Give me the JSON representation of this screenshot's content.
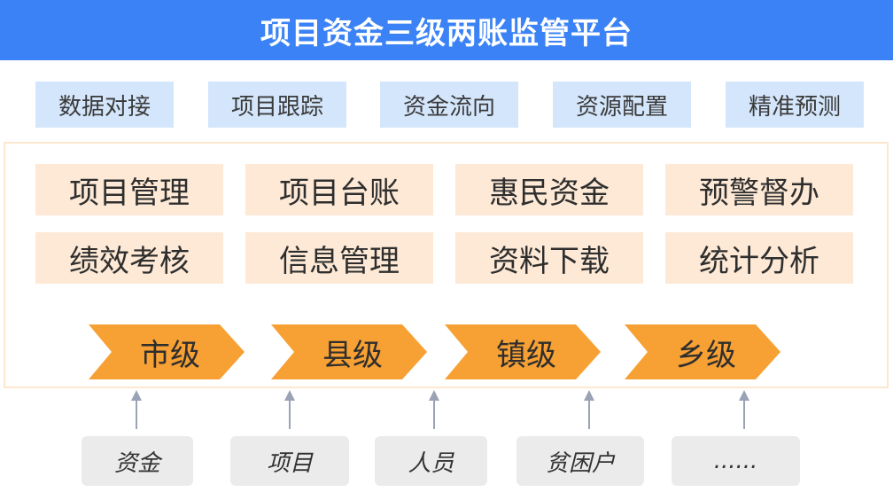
{
  "title": "项目资金三级两账监管平台",
  "top_tags": [
    "数据对接",
    "项目跟踪",
    "资金流向",
    "资源配置",
    "精准预测"
  ],
  "modules": [
    "项目管理",
    "项目台账",
    "惠民资金",
    "预警督办",
    "绩效考核",
    "信息管理",
    "资料下载",
    "统计分析"
  ],
  "levels": [
    "市级",
    "县级",
    "镇级",
    "乡级"
  ],
  "sources": [
    "资金",
    "项目",
    "人员",
    "贫困户",
    "......"
  ],
  "colors": {
    "title_bg": "#3a82f5",
    "tag_bg": "#d4e6fb",
    "module_bg": "#fde9d5",
    "level_arrow": "#f7a033",
    "source_bg": "#ebebeb",
    "connector": "#9aa3b5"
  }
}
